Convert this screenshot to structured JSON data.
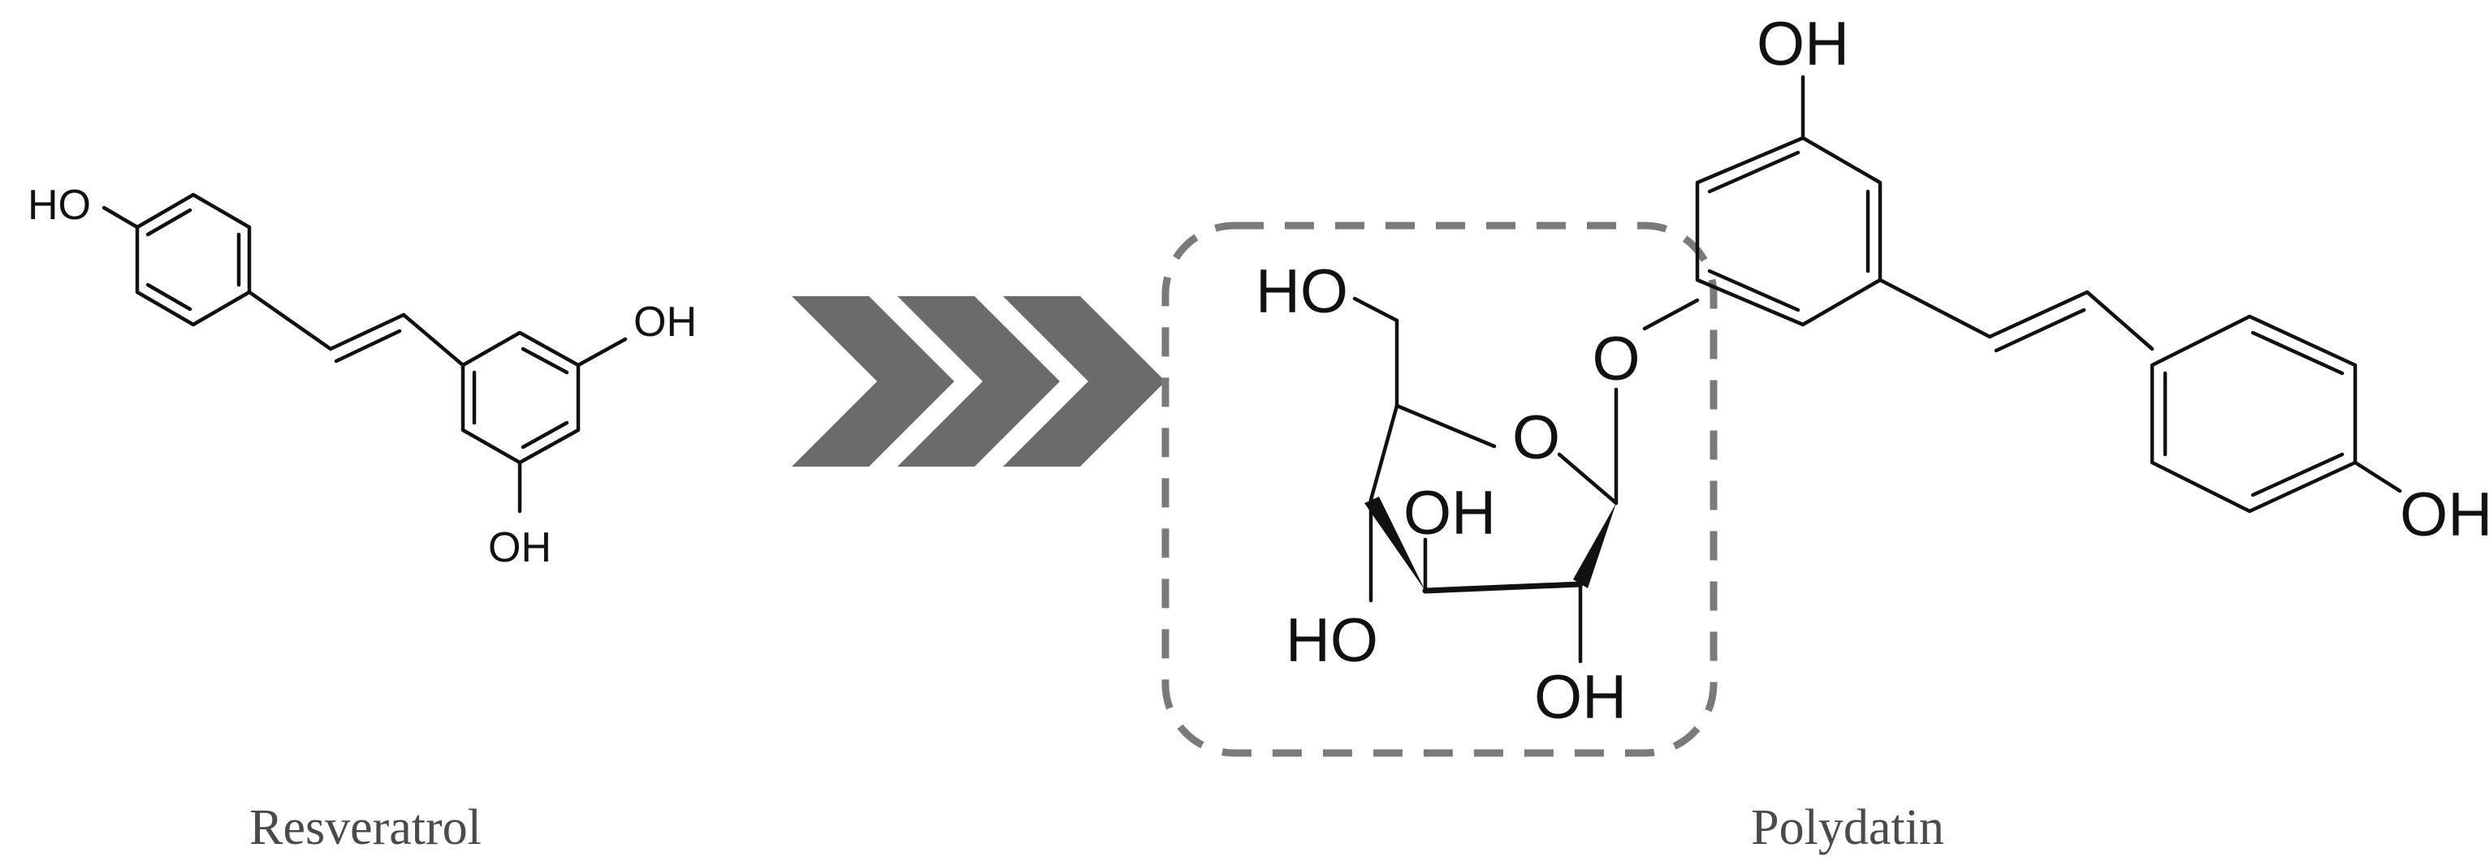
{
  "molecules": {
    "resveratrol": {
      "name": "Resveratrol",
      "substituents": [
        "HO",
        "OH",
        "OH"
      ]
    },
    "polydatin": {
      "name": "Polydatin",
      "phenol_substituents": [
        "OH",
        "OH"
      ],
      "linker_oxygen": "O",
      "glucose": {
        "ring_oxygen": "O",
        "hydroxyls": [
          "HO",
          "OH",
          "HO",
          "OH"
        ]
      }
    }
  },
  "conversion_arrow": {
    "chevron_count": 3,
    "color": "#6b6b6b"
  },
  "glucose_highlight_box": {
    "style": "dashed",
    "color": "#7a7a7a"
  }
}
